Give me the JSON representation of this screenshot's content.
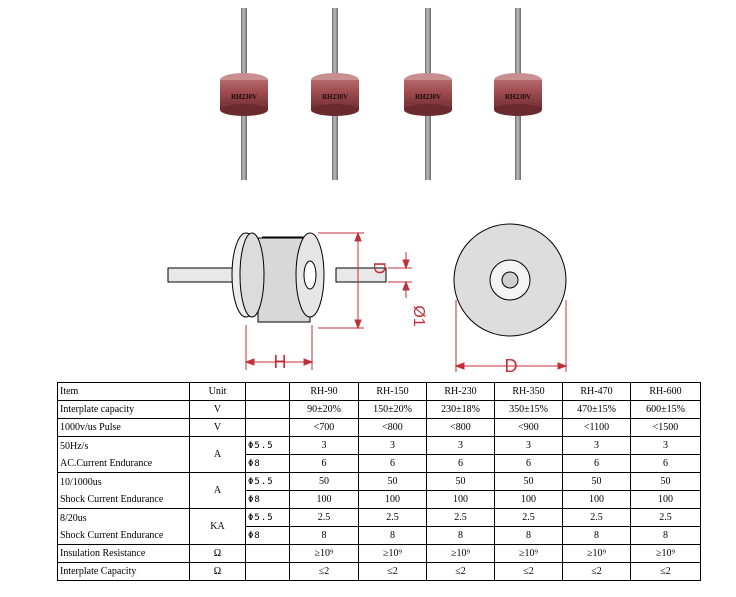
{
  "photo": {
    "components": [
      {
        "marking": "RH230V"
      },
      {
        "marking": "RH230V"
      },
      {
        "marking": "RH230V"
      },
      {
        "marking": "RH230V"
      }
    ],
    "body_color": "#9a4a4d",
    "lead_color": "#8a8a8a"
  },
  "drawing": {
    "side_view": {
      "dim_h": "H",
      "dim_d": "D",
      "dim_lead": "Ø1"
    },
    "end_view": {
      "dim_d": "D"
    },
    "dim_color": "#c0303a"
  },
  "table": {
    "header": {
      "item": "Item",
      "unit": "Unit",
      "models": [
        "RH-90",
        "RH-150",
        "RH-230",
        "RH-350",
        "RH-470",
        "RH-600"
      ]
    },
    "interplate_capacity": {
      "label": "Interplate capacity",
      "unit": "V",
      "values": [
        "90±20%",
        "150±20%",
        "230±18%",
        "350±15%",
        "470±15%",
        "600±15%"
      ]
    },
    "pulse": {
      "label": "1000v/us Pulse",
      "unit": "V",
      "values": [
        "<700",
        "<800",
        "<800",
        "<900",
        "<1100",
        "<1500"
      ]
    },
    "ac_current": {
      "label1": "50Hz/s",
      "label2": "AC.Current Endurance",
      "unit": "A",
      "sub1": "Φ5.5",
      "sub2": "Φ8",
      "values1": [
        "3",
        "3",
        "3",
        "3",
        "3",
        "3"
      ],
      "values2": [
        "6",
        "6",
        "6",
        "6",
        "6",
        "6"
      ]
    },
    "shock_10_1000": {
      "label1": "10/1000us",
      "label2": "Shock Current Endurance",
      "unit": "A",
      "sub1": "Φ5.5",
      "sub2": "Φ8",
      "values1": [
        "50",
        "50",
        "50",
        "50",
        "50",
        "50"
      ],
      "values2": [
        "100",
        "100",
        "100",
        "100",
        "100",
        "100"
      ]
    },
    "shock_8_20": {
      "label1": "8/20us",
      "label2": "Shock Current Endurance",
      "unit": "KA",
      "sub1": "Φ5.5",
      "sub2": "Φ8",
      "values1": [
        "2.5",
        "2.5",
        "2.5",
        "2.5",
        "2.5",
        "2.5"
      ],
      "values2": [
        "8",
        "8",
        "8",
        "8",
        "8",
        "8"
      ]
    },
    "insulation": {
      "label": "Insulation Resistance",
      "unit": "Ω",
      "values": [
        "≥10⁹",
        "≥10⁹",
        "≥10⁹",
        "≥10⁹",
        "≥10⁹",
        "≥10⁹"
      ]
    },
    "interplate_capacity2": {
      "label": "Interplate Capacity",
      "unit": "Ω",
      "values": [
        "≤2",
        "≤2",
        "≤2",
        "≤2",
        "≤2",
        "≤2"
      ]
    }
  }
}
